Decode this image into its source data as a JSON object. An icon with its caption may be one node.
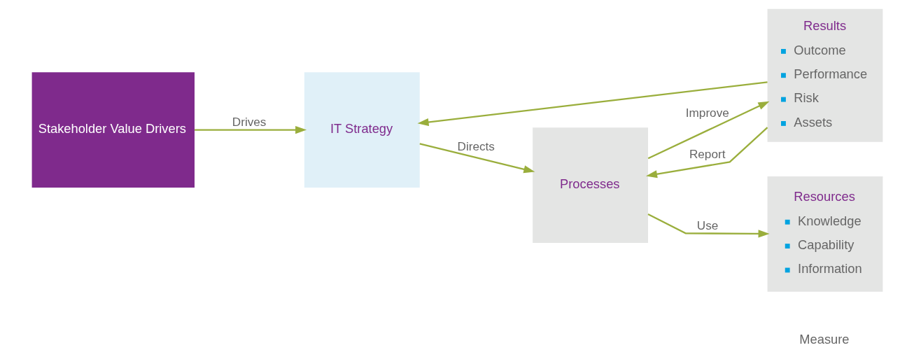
{
  "diagram": {
    "nodes": [
      {
        "text": [
          "Stakeholder Value Drivers"
        ]
      },
      {
        "text": [
          "IT Strategy"
        ]
      },
      {
        "text": [
          "Processes"
        ]
      },
      {
        "text": [
          "Results",
          "Outcome",
          "Performance",
          "Risk",
          "Assets"
        ]
      },
      {
        "text": [
          "Resources",
          "Knowledge",
          "Capability",
          "Information"
        ]
      }
    ],
    "edges": [
      {
        "from": 0,
        "to": 1,
        "arrow": "to",
        "label": "Drives"
      },
      {
        "from": 1,
        "to": 2,
        "arrow": "to",
        "label": "Directs"
      },
      {
        "from": 2,
        "to": 3,
        "arrow": "to",
        "label": "Improve"
      },
      {
        "from": 3,
        "to": 2,
        "arrow": "to",
        "label": "Report"
      },
      {
        "from": 3,
        "to": 1,
        "arrow": "to"
      },
      {
        "from": 2,
        "to": 4,
        "arrow": "to",
        "label": "Use"
      }
    ],
    "labels": [
      "Measure"
    ]
  }
}
